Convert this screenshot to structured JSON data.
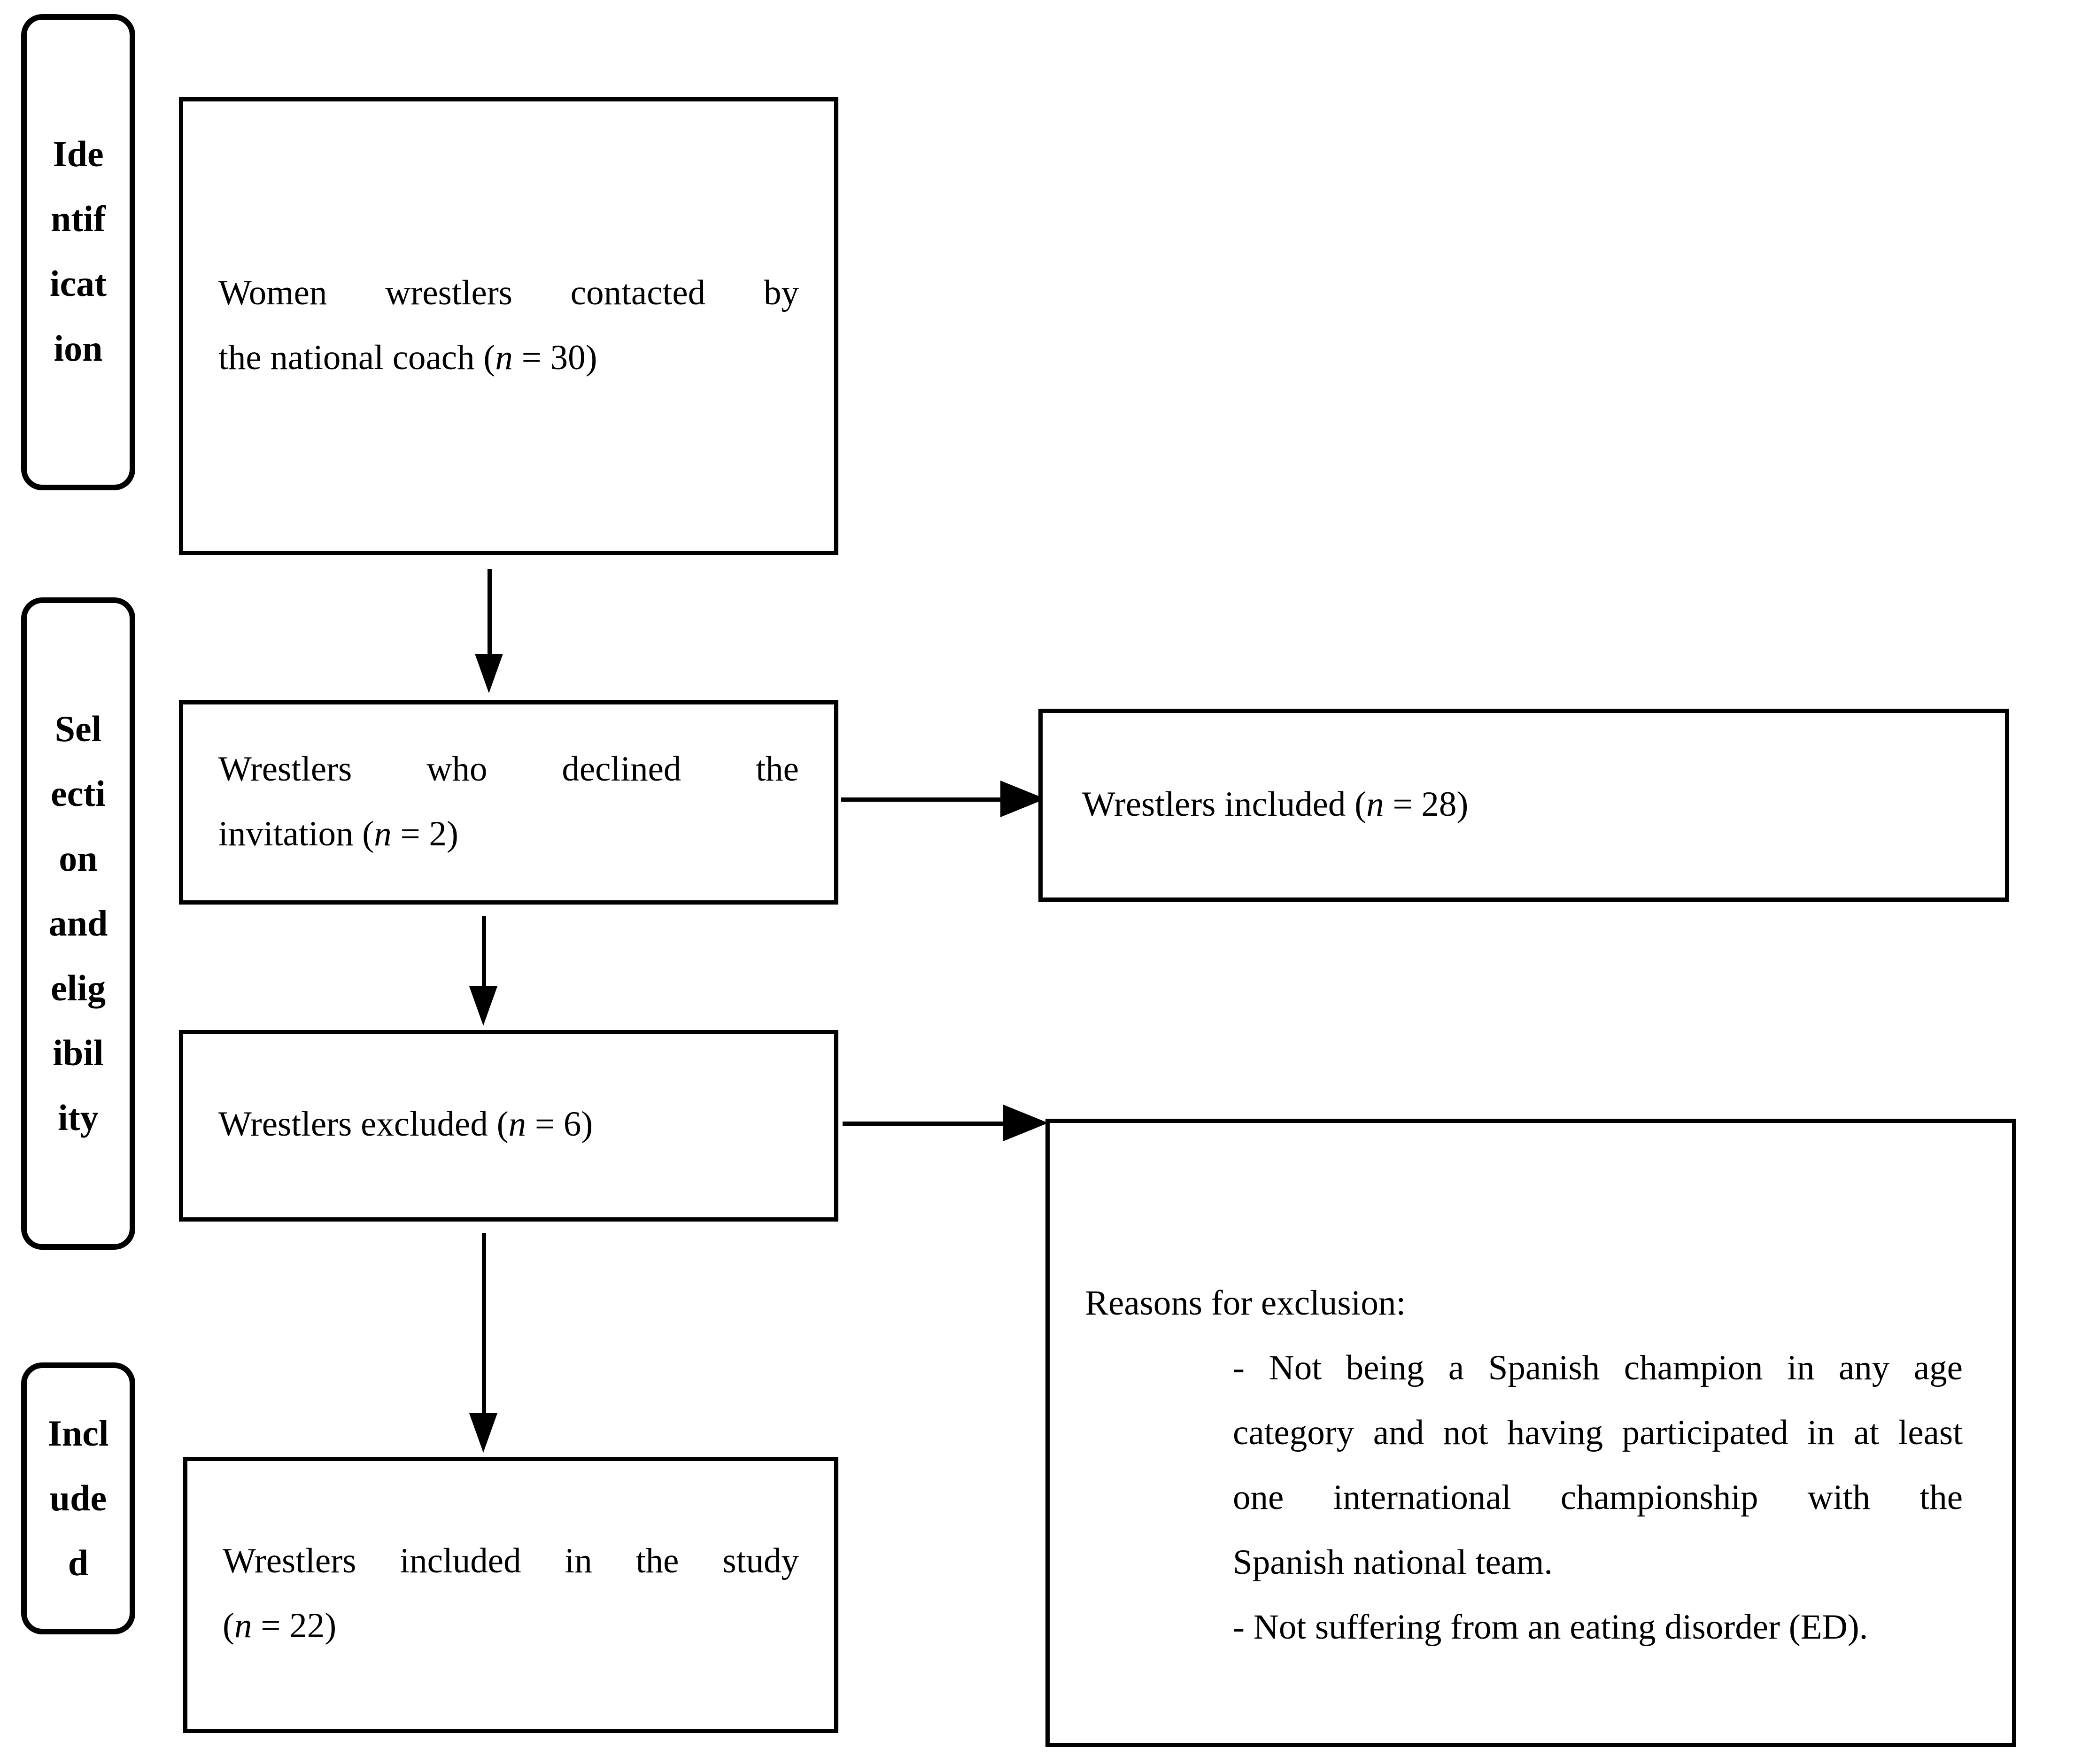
{
  "diagram": {
    "background_color": "#ffffff",
    "line_color": "#000000"
  },
  "sidebar": {
    "identification": {
      "lines": [
        "Ide",
        "ntif",
        "icat",
        "ion"
      ]
    },
    "selection": {
      "lines": [
        "Sel",
        "ecti",
        "on",
        "and",
        "elig",
        "ibil",
        "ity"
      ]
    },
    "included": {
      "lines": [
        "Incl",
        "ude",
        "d"
      ]
    }
  },
  "boxes": {
    "contacted": {
      "line1": "Women wrestlers contacted by",
      "line2_pre": "the national coach (",
      "line2_n": "n",
      "line2_post": " = 30)"
    },
    "declined": {
      "line1": "Wrestlers who declined the",
      "line2_pre": "invitation (",
      "line2_n": "n",
      "line2_post": " = 2)"
    },
    "included28": {
      "pre": "Wrestlers included (",
      "n": "n",
      "post": " = 28)"
    },
    "excluded": {
      "pre": "Wrestlers excluded (",
      "n": "n",
      "post": " = 6)"
    },
    "study22": {
      "line1": "Wrestlers included in the study",
      "line2_pre": "(",
      "line2_n": "n",
      "line2_post": " = 22)"
    },
    "reasons": {
      "title": "Reasons for exclusion:",
      "b1_l1": "- Not being a Spanish champion in any age",
      "b1_l2": "category and not having participated in at least",
      "b1_l3": "one international championship with the",
      "b1_l4": "Spanish national team.",
      "b2": "- Not suffering from an eating disorder (ED)."
    }
  }
}
